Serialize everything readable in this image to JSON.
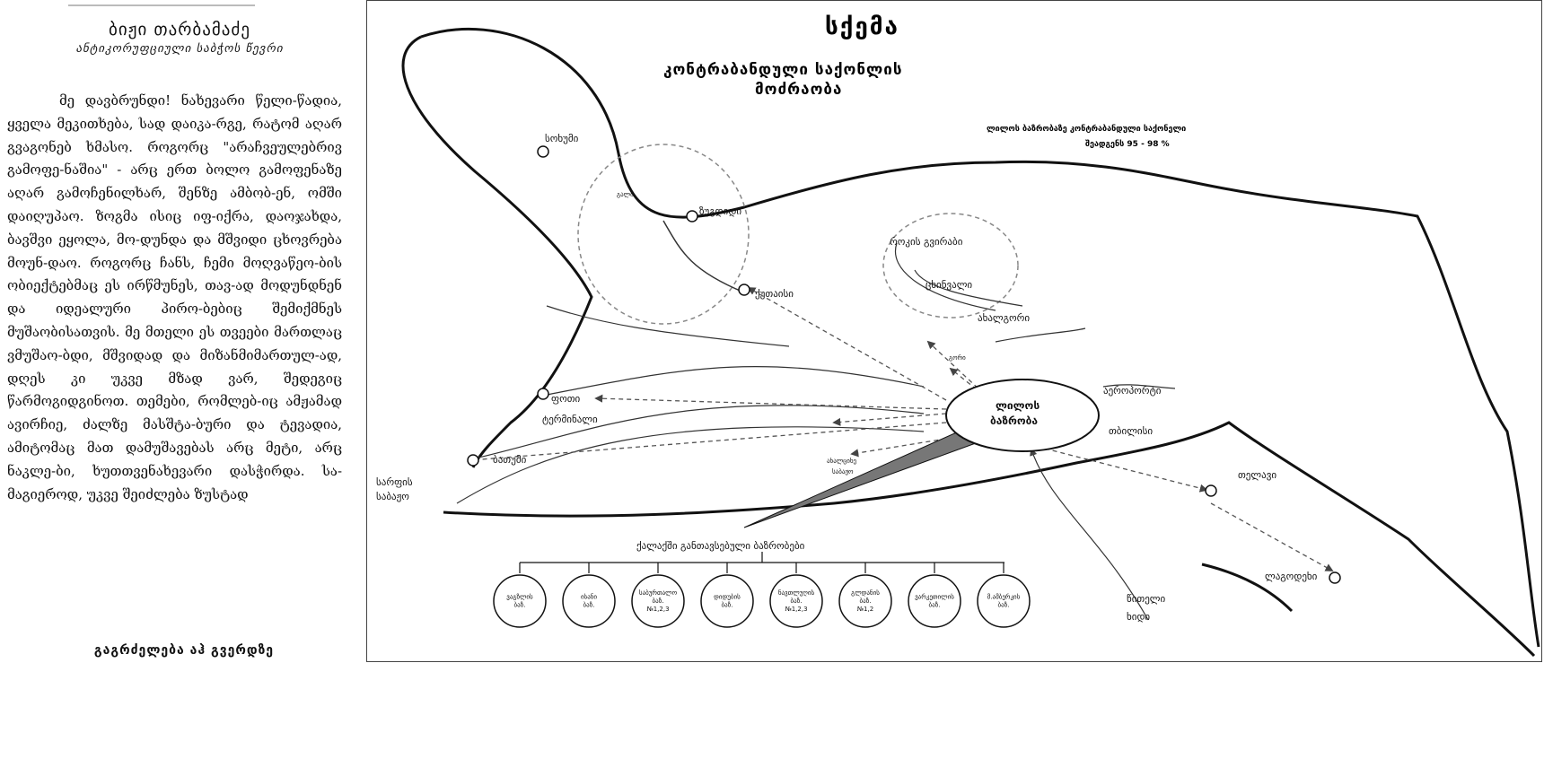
{
  "article": {
    "author": "ბიჟი თარბამაძე",
    "subtitle": "ანტიკორუფციული საბჭოს წევრი",
    "body": "მე დავბრუნდი! ნახევარი წელი-წადია, ყველა მეკითხება, სად დაიკა-რგე, რატომ აღარ გვაგონებ ხმასო. როგორც \"არაჩვეულებრივ გამოფე-ნაშია\" - არც ერთ ბოლო გამოფენაზე აღარ გამოჩენილხარ, შენზე ამბობ-ენ, ომში დაიღუპაო. ზოგმა ისიც იფ-იქრა, დაოჯახდა, ბავშვი ეყოლა, მო-დუნდა და მშვიდი ცხოვრება მოუნ-დაო. როგორც ჩანს, ჩემი მოღვაწეო-ბის ობიექტებმაც ეს ირწმუნეს, თავ-ად მოდუნდნენ და იდეალური პირო-ბებიც შემიქმნეს მუშაობისათვის. მე მთელი ეს თვეები მართლაც ვმუშაო-ბდი, მშვიდად და მიზანმიმართულ-ად, დღეს კი უკვე მზად ვარ, შედეგიც წარმოგიდგინოთ. თემები, რომლებ-იც ამჟამად ავირჩიე, ძალზე მასშტა-ბური და ტევადია, ამიტომაც მათ დამუშავებას არც მეტი, არც ნაკლე-ბი, ხუთთვენახევარი დასჭირდა. სა-მაგიეროდ, უკვე შეიძლება ზუსტად",
    "continued": "გაგრძელება აჰ გვერდზე"
  },
  "scheme": {
    "title": "სქემა",
    "subtitle_line1": "კონტრაბანდული საქონლის",
    "subtitle_line2": "მოძრაობა",
    "note_line1": "ლილოს ბაზრობაზე კონტრაბანდული საქონელი",
    "note_line2": "შეადგენს 95 - 98 %",
    "center": {
      "line1": "ლილოს",
      "line2": "ბაზრობა"
    },
    "places": {
      "sokhumi": "სოხუმი",
      "gali": "გალი",
      "zugdidi": "ზუგდიდი",
      "kutaisi": "ქუთაისი",
      "roki": "როკის გვირაბი",
      "tskhinvali": "ცხინვალი",
      "akhalgori": "ახალგორი",
      "gori": "გორი",
      "poti": "ფოთი",
      "terminal": "ტერმინალი",
      "batumi": "ბათუმი",
      "sarpi_line1": "სარფის",
      "sarpi_line2": "საბაჟო",
      "akhaltsikhe_line1": "ახალციხე",
      "akhaltsikhe_line2": "საბაჟო",
      "airport": "აეროპორტი",
      "tbilisi": "თბილისი",
      "telavi": "თელავი",
      "lagodekhi": "ლაგოდეხი",
      "red_bridge_line1": "წითელი",
      "red_bridge_line2": "ხიდი"
    },
    "markets_caption": "ქალაქში განთავსებული ბაზრობები",
    "markets": [
      {
        "line1": "ვაგზლის",
        "line2": "ბაზ.",
        "line3": ""
      },
      {
        "line1": "ისანი",
        "line2": "ბაზ.",
        "line3": ""
      },
      {
        "line1": "საბურთალო",
        "line2": "ბაზ.",
        "line3": "№1,2,3"
      },
      {
        "line1": "დიდუბის",
        "line2": "ბაზ.",
        "line3": ""
      },
      {
        "line1": "ნავთლუღის",
        "line2": "ბაზ.",
        "line3": "№1,2,3"
      },
      {
        "line1": "გლდანის",
        "line2": "ბაზ.",
        "line3": "№1,2"
      },
      {
        "line1": "ვარკეთილის",
        "line2": "ბაზ.",
        "line3": ""
      },
      {
        "line1": "მ.ამბერკის",
        "line2": "ბაზ.",
        "line3": ""
      }
    ]
  }
}
